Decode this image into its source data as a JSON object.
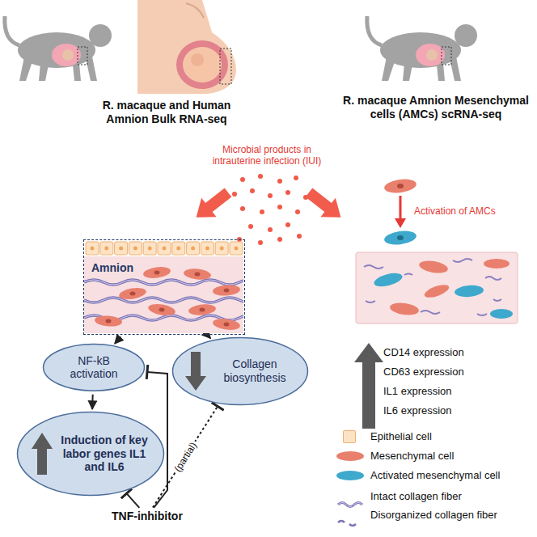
{
  "diagram": {
    "nodes": [
      {
        "text": [
          "Amnion"
        ]
      },
      {
        "text": [
          "NF-kB activation"
        ]
      },
      {
        "text": [
          "Collagen biosynthesis"
        ]
      },
      {
        "text": [
          "Induction of key labor genes IL1 and IL6"
        ]
      },
      {
        "text": [
          "TNF-inhibitor"
        ]
      }
    ],
    "edges": [
      {
        "from": 0,
        "to": 1,
        "arrow": "to"
      },
      {
        "from": 0,
        "to": 2,
        "arrow": "to"
      },
      {
        "from": 1,
        "to": 3,
        "arrow": "to"
      },
      {
        "from": 4,
        "to": 1,
        "arrow": "to"
      },
      {
        "from": 4,
        "to": 3,
        "arrow": "to"
      },
      {
        "from": 4,
        "to": 2,
        "label": "(partial)",
        "arrow": "to"
      }
    ],
    "labels": [
      "R. macaque and Human Amnion Bulk RNA-seq",
      "R. macaque Amnion Mesenchymal cells (AMCs) scRNA-seq",
      "Microbial products in intrauterine infection (IUI)",
      "Activation of AMCs",
      "CD14 expression",
      "CD63 expression",
      "IL1 expression",
      "IL6 expression"
    ],
    "legend": [
      {
        "text": "Epithelial cell",
        "color": "#fde3c6"
      },
      {
        "text": "Mesenchymal cell",
        "color": "#e9806e"
      },
      {
        "text": "Activated mesenchymal cell",
        "color": "#3ea9cc"
      },
      {
        "text": "Intact collagen fiber"
      },
      {
        "text": "Disorganized collagen fiber"
      }
    ]
  }
}
